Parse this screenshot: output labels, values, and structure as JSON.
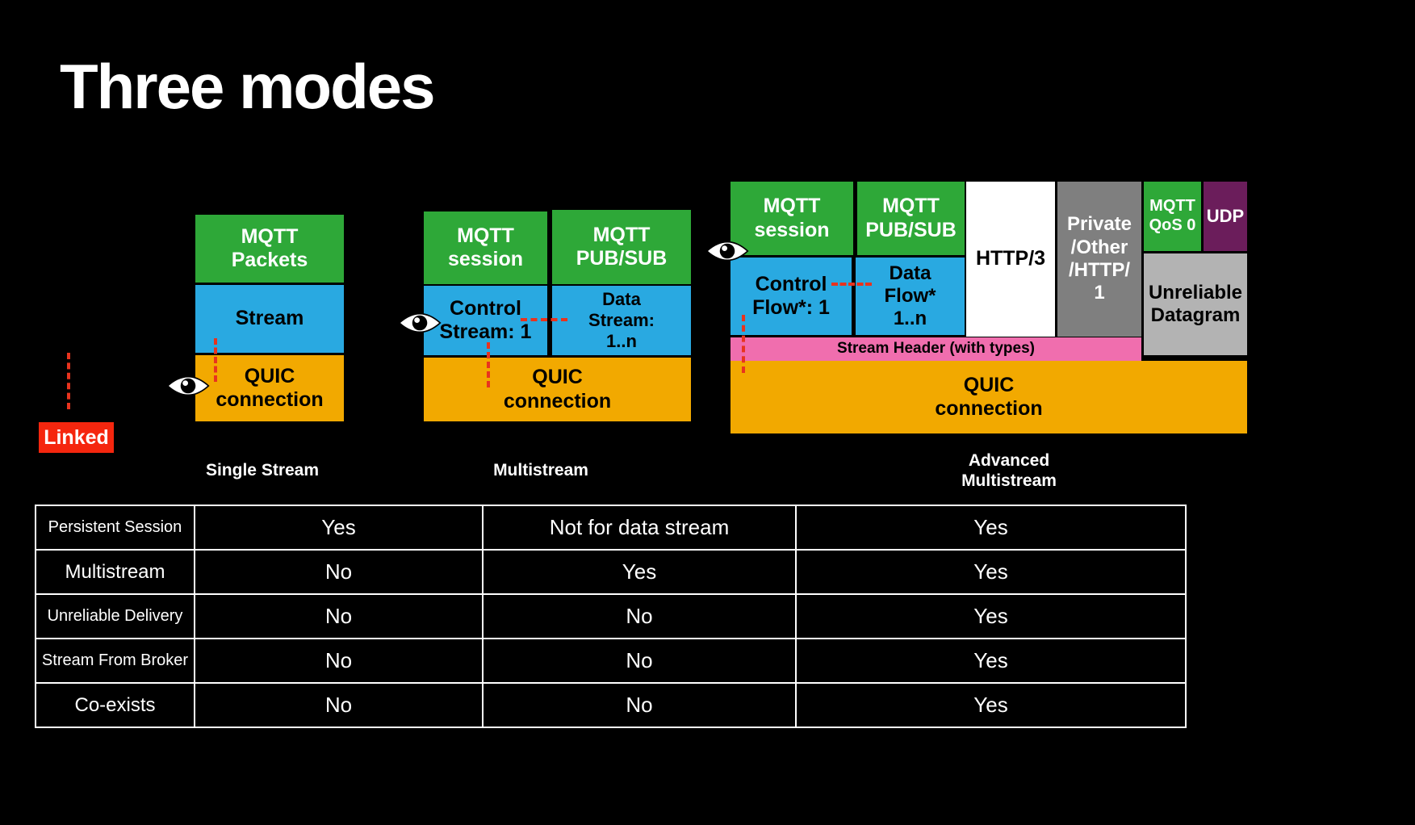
{
  "title": "Three modes",
  "annotations": {
    "linked": "Linked"
  },
  "diagrams": {
    "single_stream": {
      "caption": "Single Stream",
      "layers": {
        "mqtt_packets": "MQTT\nPackets",
        "stream": "Stream",
        "quic": "QUIC\nconnection"
      }
    },
    "multistream": {
      "caption": "Multistream",
      "layers": {
        "mqtt_session": "MQTT\nsession",
        "mqtt_pubsub": "MQTT\nPUB/SUB",
        "control_stream": "Control\nStream: 1",
        "data_stream": "Data\nStream:\n1..n",
        "quic": "QUIC\nconnection"
      }
    },
    "advanced": {
      "caption": "Advanced\nMultistream",
      "layers": {
        "mqtt_session": "MQTT\nsession",
        "mqtt_pubsub": "MQTT\nPUB/SUB",
        "control_flow": "Control\nFlow*: 1",
        "data_flow": "Data\nFlow*\n1..n",
        "http3": "HTTP/3",
        "private_other": "Private\n/Other\n/HTTP/\n1",
        "mqtt_qos0": "MQTT\nQoS 0",
        "udp": "UDP",
        "unreliable_datagram": "Unreliable\nDatagram",
        "stream_header": "Stream Header (with types)",
        "quic": "QUIC\nconnection"
      }
    }
  },
  "table": {
    "rows": [
      {
        "label": "Persistent Session",
        "single": "Yes",
        "multi": "Not for data stream",
        "advanced": "Yes"
      },
      {
        "label": "Multistream",
        "single": "No",
        "multi": "Yes",
        "advanced": "Yes"
      },
      {
        "label": "Unreliable Delivery",
        "single": "No",
        "multi": "No",
        "advanced": "Yes"
      },
      {
        "label": "Stream From Broker",
        "single": "No",
        "multi": "No",
        "advanced": "Yes"
      },
      {
        "label": "Co-exists",
        "single": "No",
        "multi": "No",
        "advanced": "Yes"
      }
    ]
  },
  "colors": {
    "green": "#2EA838",
    "blue": "#29A9E1",
    "orange": "#F2A900",
    "pink": "#F06EAE",
    "red": "#F5260E",
    "purple": "#6B1D5B",
    "dark_gray": "#7F7F7F",
    "light_gray": "#B3B3B3",
    "background": "#000000"
  }
}
